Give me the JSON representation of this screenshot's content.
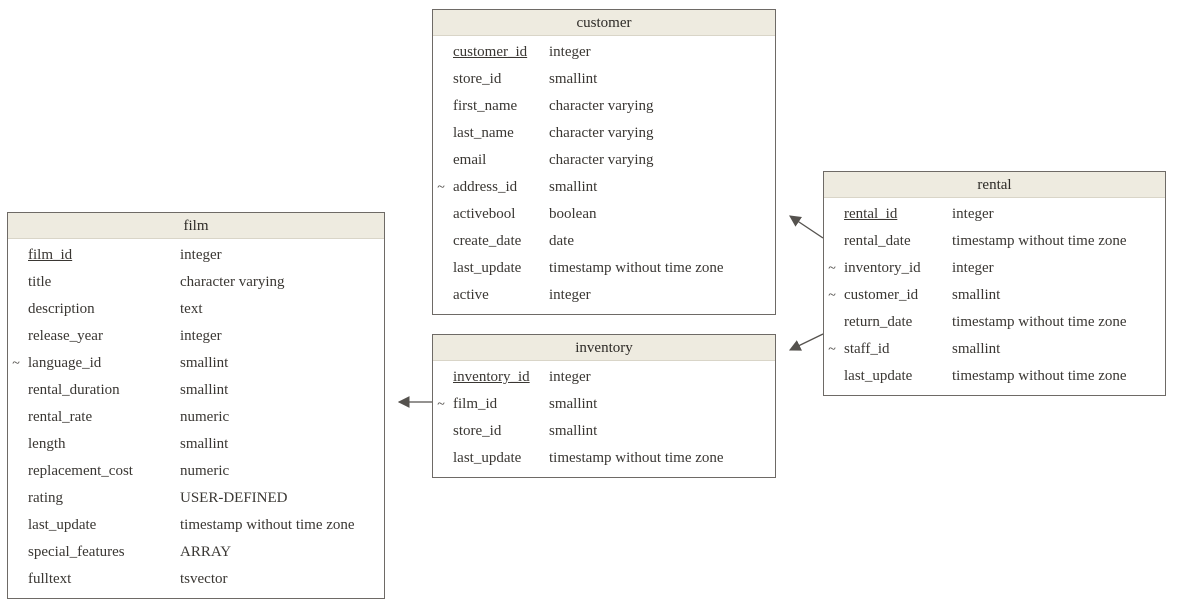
{
  "diagram": {
    "type": "entity-relationship-diagram",
    "colors": {
      "table_header_bg": "#eeebe0",
      "table_border": "#6e6a66",
      "text": "#3a3733",
      "connector": "#55524e",
      "background": "#ffffff"
    },
    "fk_marker": "~"
  },
  "tables": [
    {
      "id": "film",
      "name": "film",
      "columns": [
        {
          "fk": "",
          "name": "film_id",
          "type": "integer",
          "pk": true
        },
        {
          "fk": "",
          "name": "title",
          "type": "character varying",
          "pk": false
        },
        {
          "fk": "",
          "name": "description",
          "type": "text",
          "pk": false
        },
        {
          "fk": "",
          "name": "release_year",
          "type": "integer",
          "pk": false
        },
        {
          "fk": "~",
          "name": "language_id",
          "type": "smallint",
          "pk": false
        },
        {
          "fk": "",
          "name": "rental_duration",
          "type": "smallint",
          "pk": false
        },
        {
          "fk": "",
          "name": "rental_rate",
          "type": "numeric",
          "pk": false
        },
        {
          "fk": "",
          "name": "length",
          "type": "smallint",
          "pk": false
        },
        {
          "fk": "",
          "name": "replacement_cost",
          "type": "numeric",
          "pk": false
        },
        {
          "fk": "",
          "name": "rating",
          "type": "USER-DEFINED",
          "pk": false
        },
        {
          "fk": "",
          "name": "last_update",
          "type": "timestamp without time zone",
          "pk": false
        },
        {
          "fk": "",
          "name": "special_features",
          "type": "ARRAY",
          "pk": false
        },
        {
          "fk": "",
          "name": "fulltext",
          "type": "tsvector",
          "pk": false
        }
      ]
    },
    {
      "id": "customer",
      "name": "customer",
      "columns": [
        {
          "fk": "",
          "name": "customer_id",
          "type": "integer",
          "pk": true
        },
        {
          "fk": "",
          "name": "store_id",
          "type": "smallint",
          "pk": false
        },
        {
          "fk": "",
          "name": "first_name",
          "type": "character varying",
          "pk": false
        },
        {
          "fk": "",
          "name": "last_name",
          "type": "character varying",
          "pk": false
        },
        {
          "fk": "",
          "name": "email",
          "type": "character varying",
          "pk": false
        },
        {
          "fk": "~",
          "name": "address_id",
          "type": "smallint",
          "pk": false
        },
        {
          "fk": "",
          "name": "activebool",
          "type": "boolean",
          "pk": false
        },
        {
          "fk": "",
          "name": "create_date",
          "type": "date",
          "pk": false
        },
        {
          "fk": "",
          "name": "last_update",
          "type": "timestamp without time zone",
          "pk": false
        },
        {
          "fk": "",
          "name": "active",
          "type": "integer",
          "pk": false
        }
      ]
    },
    {
      "id": "inventory",
      "name": "inventory",
      "columns": [
        {
          "fk": "",
          "name": "inventory_id",
          "type": "integer",
          "pk": true
        },
        {
          "fk": "~",
          "name": "film_id",
          "type": "smallint",
          "pk": false
        },
        {
          "fk": "",
          "name": "store_id",
          "type": "smallint",
          "pk": false
        },
        {
          "fk": "",
          "name": "last_update",
          "type": "timestamp without time zone",
          "pk": false
        }
      ]
    },
    {
      "id": "rental",
      "name": "rental",
      "columns": [
        {
          "fk": "",
          "name": "rental_id",
          "type": "integer",
          "pk": true
        },
        {
          "fk": "",
          "name": "rental_date",
          "type": "timestamp without time zone",
          "pk": false
        },
        {
          "fk": "~",
          "name": "inventory_id",
          "type": "integer",
          "pk": false
        },
        {
          "fk": "~",
          "name": "customer_id",
          "type": "smallint",
          "pk": false
        },
        {
          "fk": "",
          "name": "return_date",
          "type": "timestamp without time zone",
          "pk": false
        },
        {
          "fk": "~",
          "name": "staff_id",
          "type": "smallint",
          "pk": false
        },
        {
          "fk": "",
          "name": "last_update",
          "type": "timestamp without time zone",
          "pk": false
        }
      ]
    }
  ],
  "relationships": [
    {
      "id": "rental-customer",
      "from": "rental",
      "from_column": "customer_id",
      "to": "customer",
      "to_column": "customer_id"
    },
    {
      "id": "rental-inventory",
      "from": "rental",
      "from_column": "inventory_id",
      "to": "inventory",
      "to_column": "inventory_id"
    },
    {
      "id": "inventory-film",
      "from": "inventory",
      "from_column": "film_id",
      "to": "film",
      "to_column": "film_id"
    }
  ]
}
